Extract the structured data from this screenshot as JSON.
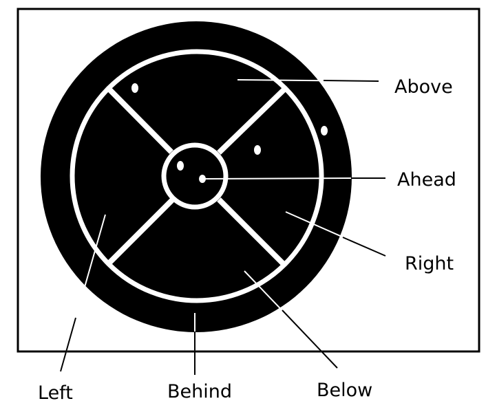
{
  "labels": {
    "above": "Above",
    "ahead": "Ahead",
    "right": "Right",
    "left": "Left",
    "behind": "Behind",
    "below": "Below"
  },
  "colors": {
    "fill": "#000000",
    "stroke": "#ffffff"
  }
}
